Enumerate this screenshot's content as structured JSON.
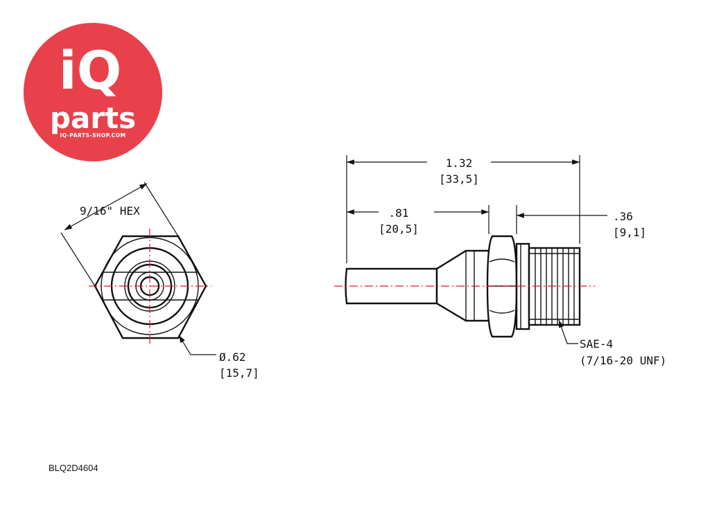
{
  "logo": {
    "mark": "iQ",
    "word": "parts",
    "site": "IQ-PARTS-SHOP.COM",
    "color": "#e8414b"
  },
  "dimensions": {
    "hex_label": "9/16\" HEX",
    "dia_label": "Ø.62",
    "dia_metric": "[15,7]",
    "overall_len": "1.32",
    "overall_len_metric": "[33,5]",
    "stem_len": ".81",
    "stem_len_metric": "[20,5]",
    "thread_len": ".36",
    "thread_len_metric": "[9,1]",
    "thread_spec": "SAE-4",
    "thread_spec_detail": "(7/16-20 UNF)"
  },
  "part_number": "BLQ2D4604",
  "colors": {
    "line": "#111111",
    "centerline": "#e8112d"
  }
}
